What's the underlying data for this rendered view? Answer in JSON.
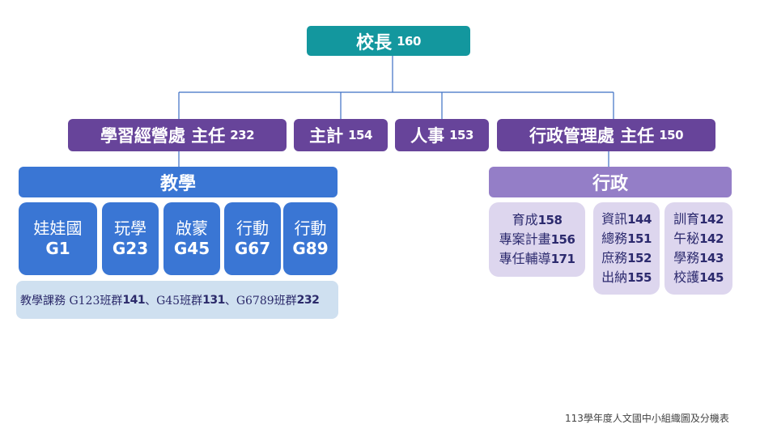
{
  "principal": {
    "title": "校長",
    "ext": "160"
  },
  "departments": [
    {
      "name": "學習經營處 主任",
      "ext": "232"
    },
    {
      "name": "主計",
      "ext": "154"
    },
    {
      "name": "人事",
      "ext": "153"
    },
    {
      "name": "行政管理處 主任",
      "ext": "150"
    }
  ],
  "sections": {
    "teaching": "教學",
    "admin": "行政"
  },
  "grades": [
    {
      "name": "娃娃國",
      "code": "G1"
    },
    {
      "name": "玩學",
      "code": "G23"
    },
    {
      "name": "啟蒙",
      "code": "G45"
    },
    {
      "name": "行動",
      "code": "G67"
    },
    {
      "name": "行動",
      "code": "G89"
    }
  ],
  "teaching_note": {
    "prefix": "教學課務 G123班群 ",
    "ext1": "141",
    "mid1": "、G45班群 ",
    "ext2": "131",
    "mid2": "、G6789班群 ",
    "ext3": "232"
  },
  "admin_staff": [
    [
      {
        "role": "育成",
        "ext": "158"
      },
      {
        "role": "專案計畫",
        "ext": "156"
      },
      {
        "role": "專任輔導",
        "ext": "171"
      }
    ],
    [
      {
        "role": "資訊",
        "ext": "144"
      },
      {
        "role": "總務",
        "ext": "151"
      },
      {
        "role": "庶務",
        "ext": "152"
      },
      {
        "role": "出納",
        "ext": "155"
      }
    ],
    [
      {
        "role": "訓育",
        "ext": "142"
      },
      {
        "role": "午秘",
        "ext": "142"
      },
      {
        "role": "學務",
        "ext": "143"
      },
      {
        "role": "校護",
        "ext": "145"
      }
    ]
  ],
  "footnote": "113學年度人文國中小組織圖及分機表",
  "colors": {
    "principal": "#13979e",
    "department": "#67449a",
    "teaching": "#3a76d4",
    "admin": "#947ec7",
    "admin_staff_bg": "#ddd6ee",
    "teaching_note_bg": "#cfe0f0",
    "connector": "#3c6fc4"
  }
}
